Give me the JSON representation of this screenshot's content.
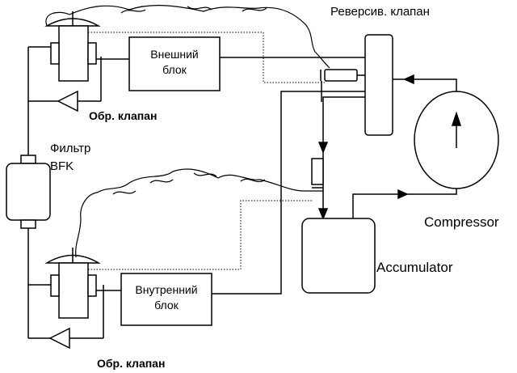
{
  "labels": {
    "reversing_valve": "Реверсив. клапан",
    "outdoor_unit_line1": "Внешний",
    "outdoor_unit_line2": "блок",
    "check_valve_top": "Обр. клапан",
    "filter_line1": "Фильтр",
    "filter_line2": "BFK",
    "compressor": "Compressor",
    "accumulator": "Accumulator",
    "indoor_unit_line1": "Внутренний",
    "indoor_unit_line2": "блок",
    "check_valve_bottom": "Обр. клапан"
  },
  "colors": {
    "line": "#000000",
    "background": "#ffffff"
  }
}
